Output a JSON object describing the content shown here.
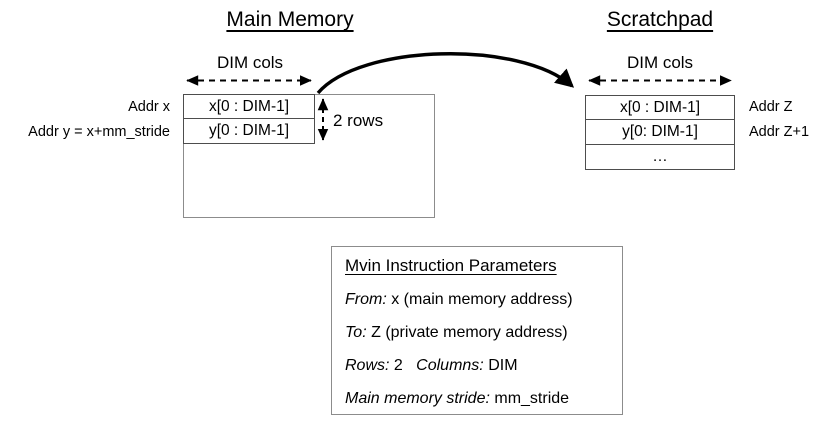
{
  "diagram": {
    "main_memory": {
      "title": "Main Memory",
      "dim_label": "DIM cols",
      "rows_annotation": "2 rows",
      "addr_labels": [
        "Addr x",
        "Addr y = x+mm_stride"
      ],
      "rows": [
        "x[0 : DIM-1]",
        "y[0 : DIM-1]"
      ]
    },
    "scratchpad": {
      "title": "Scratchpad",
      "dim_label": "DIM cols",
      "addr_labels": [
        "Addr Z",
        "Addr Z+1"
      ],
      "rows": [
        "x[0 : DIM-1]",
        "y[0: DIM-1]",
        "…"
      ]
    },
    "transfer_arrow": {
      "name": "mvin-transfer-arrow"
    },
    "params": {
      "heading": "Mvin Instruction Parameters",
      "lines": [
        {
          "label": "From:",
          "value": "x (main memory address)"
        },
        {
          "label": "To:",
          "value": "Z (private memory address)"
        },
        {
          "label": "Rows:",
          "value": "2",
          "label2": "Columns:",
          "value2": "DIM"
        },
        {
          "label": "Main memory stride:",
          "value": "mm_stride"
        }
      ]
    }
  },
  "colors": {
    "ink": "#000000",
    "outer_border": "#8c8c8c",
    "cell_border": "#4d4d4d",
    "background": "#ffffff"
  }
}
